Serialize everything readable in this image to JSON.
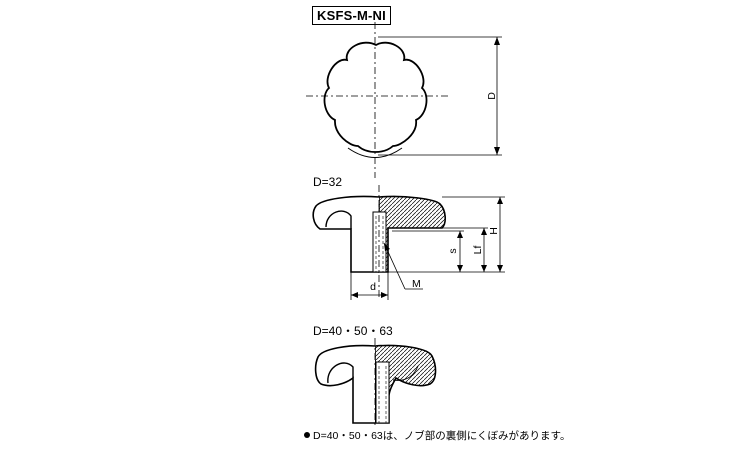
{
  "model": "KSFS-M-NI",
  "views": {
    "top": {
      "dim_label": "D"
    },
    "side_small": {
      "title": "D=32",
      "dims": {
        "s": "s",
        "lf": "Lf",
        "h": "H",
        "d": "d",
        "m": "M"
      }
    },
    "side_large": {
      "title": "D=40・50・63"
    }
  },
  "note": "D=40・50・63は、ノブ部の裏側にくぼみがあります。"
}
